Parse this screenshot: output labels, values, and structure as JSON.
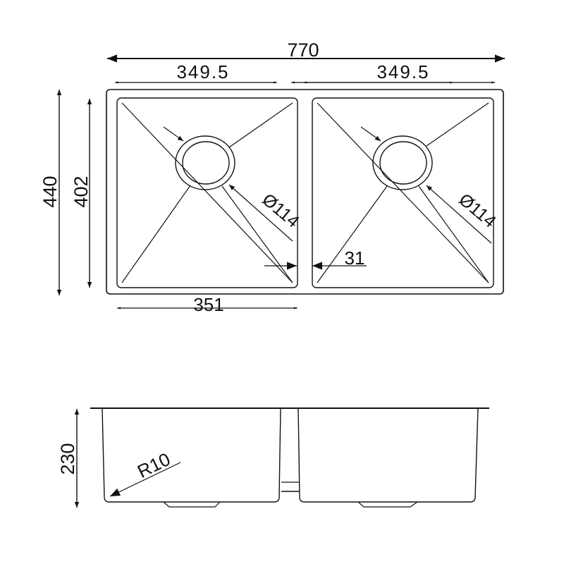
{
  "drawing": {
    "title": "Double bowl undermount sink technical drawing",
    "line_color": "#111111",
    "background": "#ffffff"
  },
  "plan_view": {
    "overall_width": "770",
    "left_bowl_width": "349.5",
    "right_bowl_width": "349.5",
    "overall_depth": "440",
    "bowl_depth": "402",
    "bowl_span": "351",
    "divider_width": "31",
    "left_drain_diameter": "Ø114",
    "right_drain_diameter": "Ø114"
  },
  "side_view": {
    "height": "230",
    "corner_radius": "R10"
  }
}
